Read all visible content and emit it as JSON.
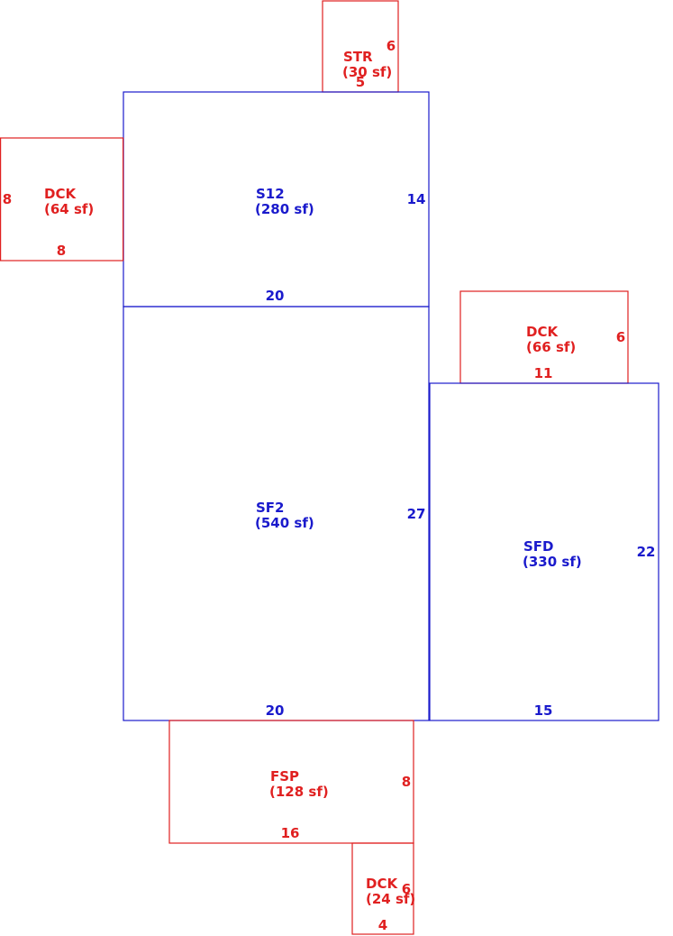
{
  "colors": {
    "living": "#1a1acc",
    "addition": "#e02020"
  },
  "areas": [
    {
      "id": "str",
      "code": "STR",
      "area": "(30 sf)",
      "width": "5",
      "depth": "6",
      "kind": "addition"
    },
    {
      "id": "s12",
      "code": "S12",
      "area": "(280 sf)",
      "width": "20",
      "depth": "14",
      "kind": "living"
    },
    {
      "id": "dck1",
      "code": "DCK",
      "area": "(64 sf)",
      "width": "8",
      "depth": "8",
      "kind": "addition"
    },
    {
      "id": "dck2",
      "code": "DCK",
      "area": "(66 sf)",
      "width": "11",
      "depth": "6",
      "kind": "addition"
    },
    {
      "id": "sf2",
      "code": "SF2",
      "area": "(540 sf)",
      "width": "20",
      "depth": "27",
      "kind": "living"
    },
    {
      "id": "sfd",
      "code": "SFD",
      "area": "(330 sf)",
      "width": "15",
      "depth": "22",
      "kind": "living"
    },
    {
      "id": "fsp",
      "code": "FSP",
      "area": "(128 sf)",
      "width": "16",
      "depth": "8",
      "kind": "addition"
    },
    {
      "id": "dck3",
      "code": "DCK",
      "area": "(24 sf)",
      "width": "4",
      "depth": "6",
      "kind": "addition"
    }
  ]
}
